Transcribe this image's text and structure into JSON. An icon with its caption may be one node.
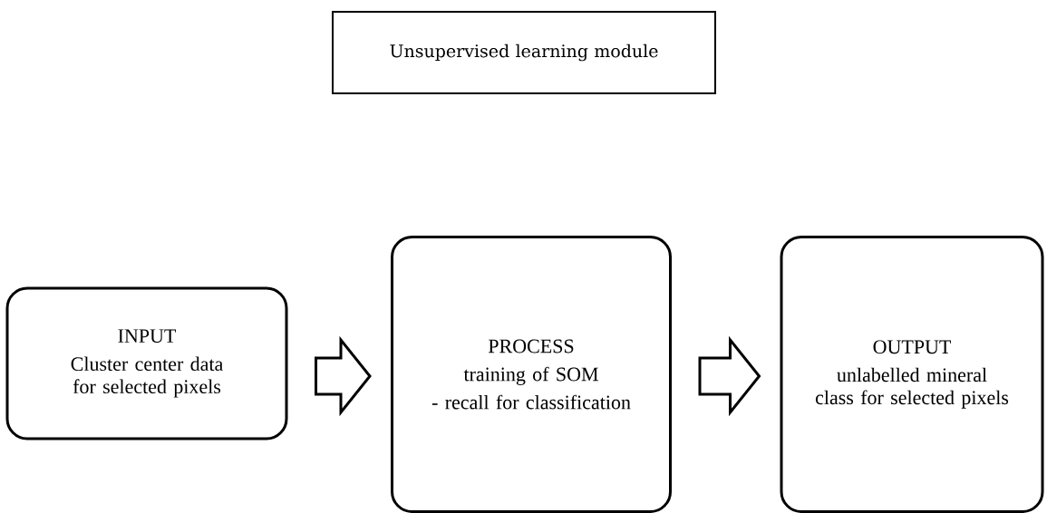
{
  "diagram": {
    "nodes": [
      {
        "text": [
          "Unsupervised learning module"
        ]
      },
      {
        "text": [
          "INPUT",
          "Cluster center data for selected pixels"
        ]
      },
      {
        "text": [
          "PROCESS",
          "training of  SOM",
          "- recall for classification"
        ]
      },
      {
        "text": [
          "OUTPUT",
          "unlabelled mineral class for selected pixels"
        ]
      }
    ],
    "edges": [
      {
        "from": 1,
        "to": 2,
        "arrow": "to"
      },
      {
        "from": 2,
        "to": 3,
        "arrow": "to"
      }
    ]
  }
}
